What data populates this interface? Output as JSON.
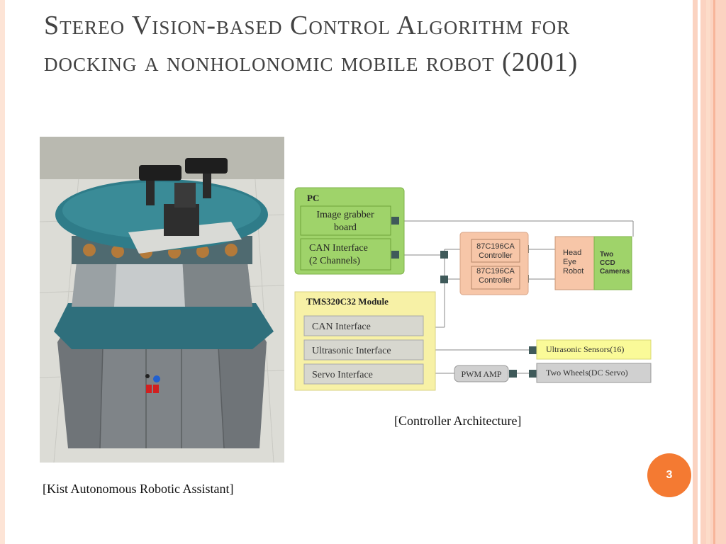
{
  "slide": {
    "title": "Stereo Vision-based Control Algorithm for docking a nonholonomic mobile robot (2001)",
    "photo_caption": "[Kist Autonomous Robotic Assistant]",
    "diagram_caption": "[Controller Architecture]",
    "page_number": "3"
  },
  "diagram": {
    "pc": {
      "label": "PC",
      "image_grabber_line1": "Image grabber",
      "image_grabber_line2": "board",
      "can_line1": "CAN Interface",
      "can_line2": "(2 Channels)"
    },
    "controllers": {
      "c1_line1": "87C196CA",
      "c1_line2": "Controller",
      "c2_line1": "87C196CA",
      "c2_line2": "Controller"
    },
    "head": {
      "line1": "Head",
      "line2": "Eye",
      "line3": "Robot"
    },
    "cameras": {
      "line1": "Two",
      "line2": "CCD",
      "line3": "Cameras"
    },
    "tms": {
      "label": "TMS320C32 Module",
      "can": "CAN  Interface",
      "ultrasonic": "Ultrasonic Interface",
      "servo": "Servo Interface"
    },
    "pwm": "PWM AMP",
    "ultrasonic_sensors": "Ultrasonic Sensors(16)",
    "wheels": "Two Wheels(DC Servo)"
  }
}
